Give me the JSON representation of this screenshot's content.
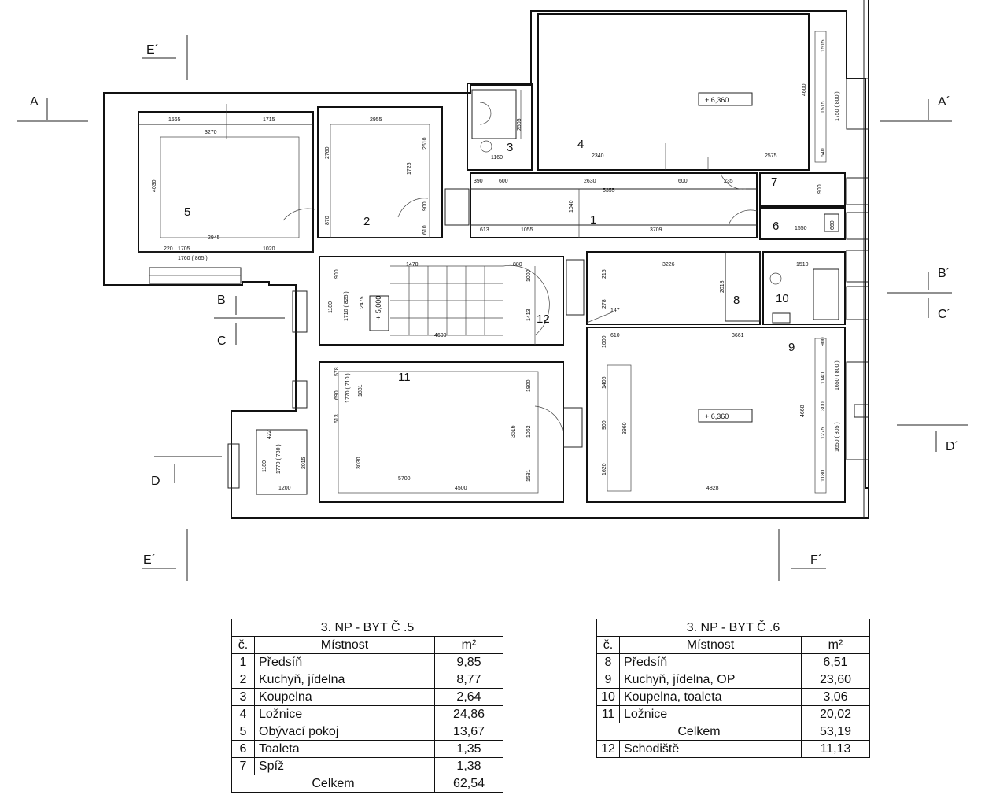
{
  "rooms": [
    {
      "id": "1",
      "elev": ""
    },
    {
      "id": "2",
      "elev": ""
    },
    {
      "id": "3",
      "elev": ""
    },
    {
      "id": "4",
      "elev": "+ 6,360"
    },
    {
      "id": "5",
      "elev": ""
    },
    {
      "id": "6",
      "elev": ""
    },
    {
      "id": "7",
      "elev": ""
    },
    {
      "id": "8",
      "elev": ""
    },
    {
      "id": "9",
      "elev": "+ 6,360"
    },
    {
      "id": "10",
      "elev": ""
    },
    {
      "id": "11",
      "elev": ""
    },
    {
      "id": "12",
      "elev": "+ 5,000"
    }
  ],
  "sections": [
    "E´",
    "A",
    "A´",
    "B",
    "C",
    "B´",
    "C´",
    "D",
    "D´",
    "E´",
    "F´"
  ],
  "dims": {
    "room5_top": [
      "1565",
      "1715"
    ],
    "room5_mid": "3270",
    "room5_bottom": [
      "220",
      "1705",
      "2945",
      "1020"
    ],
    "room5_window": "1760 ( 865 )",
    "room5_side": "4030",
    "room2_top": "2955",
    "room2_side": [
      "2760",
      "1725",
      "2610",
      "900",
      "870",
      "610"
    ],
    "room3": [
      "1160",
      "2505"
    ],
    "room4": [
      "2340",
      "2575",
      "4600",
      "1515",
      "1515",
      "1750 ( 800 )",
      "640"
    ],
    "hall_top": [
      "390",
      "600",
      "2630",
      "600",
      "235",
      "5355"
    ],
    "hall": [
      "1040",
      "613",
      "1055",
      "3709",
      "900",
      "1550",
      "660"
    ],
    "stair": [
      "1470",
      "880",
      "900",
      "1180",
      "1710 ( 825 )",
      "2475",
      "4600",
      "1000",
      "1413"
    ],
    "room8": [
      "3226",
      "215",
      "278",
      "147",
      "2018",
      "1510"
    ],
    "room9": [
      "610",
      "3661",
      "1000",
      "1406",
      "900",
      "3960",
      "1620",
      "4828",
      "4668",
      "1140",
      "1650 ( 800 )",
      "300",
      "1275",
      "1650 ( 805 )",
      "1180",
      "900"
    ],
    "room11": [
      "578",
      "690",
      "1770 ( 710 )",
      "1881",
      "613",
      "422",
      "1180",
      "1770 ( 780 )",
      "2015",
      "1200",
      "3030",
      "5700",
      "4500",
      "1900",
      "3616",
      "1062",
      "1531"
    ]
  },
  "table1": {
    "title": "3. NP - BYT Č .5",
    "col_num": "č.",
    "col_room": "Místnost",
    "col_area": "m²",
    "rows": [
      {
        "n": "1",
        "name": "Předsíň",
        "area": "9,85"
      },
      {
        "n": "2",
        "name": "Kuchyň, jídelna",
        "area": "8,77"
      },
      {
        "n": "3",
        "name": "Koupelna",
        "area": "2,64"
      },
      {
        "n": "4",
        "name": "Ložnice",
        "area": "24,86"
      },
      {
        "n": "5",
        "name": "Obývací pokoj",
        "area": "13,67"
      },
      {
        "n": "6",
        "name": "Toaleta",
        "area": "1,35"
      },
      {
        "n": "7",
        "name": "Spíž",
        "area": "1,38"
      }
    ],
    "total_label": "Celkem",
    "total": "62,54"
  },
  "table2": {
    "title": "3. NP - BYT Č .6",
    "col_num": "č.",
    "col_room": "Místnost",
    "col_area": "m²",
    "rows": [
      {
        "n": "8",
        "name": "Předsíň",
        "area": "6,51"
      },
      {
        "n": "9",
        "name": "Kuchyň, jídelna, OP",
        "area": "23,60"
      },
      {
        "n": "10",
        "name": "Koupelna, toaleta",
        "area": "3,06"
      },
      {
        "n": "11",
        "name": "Ložnice",
        "area": "20,02"
      }
    ],
    "total_label": "Celkem",
    "total": "53,19",
    "extra": {
      "n": "12",
      "name": "Schodiště",
      "area": "11,13"
    }
  }
}
